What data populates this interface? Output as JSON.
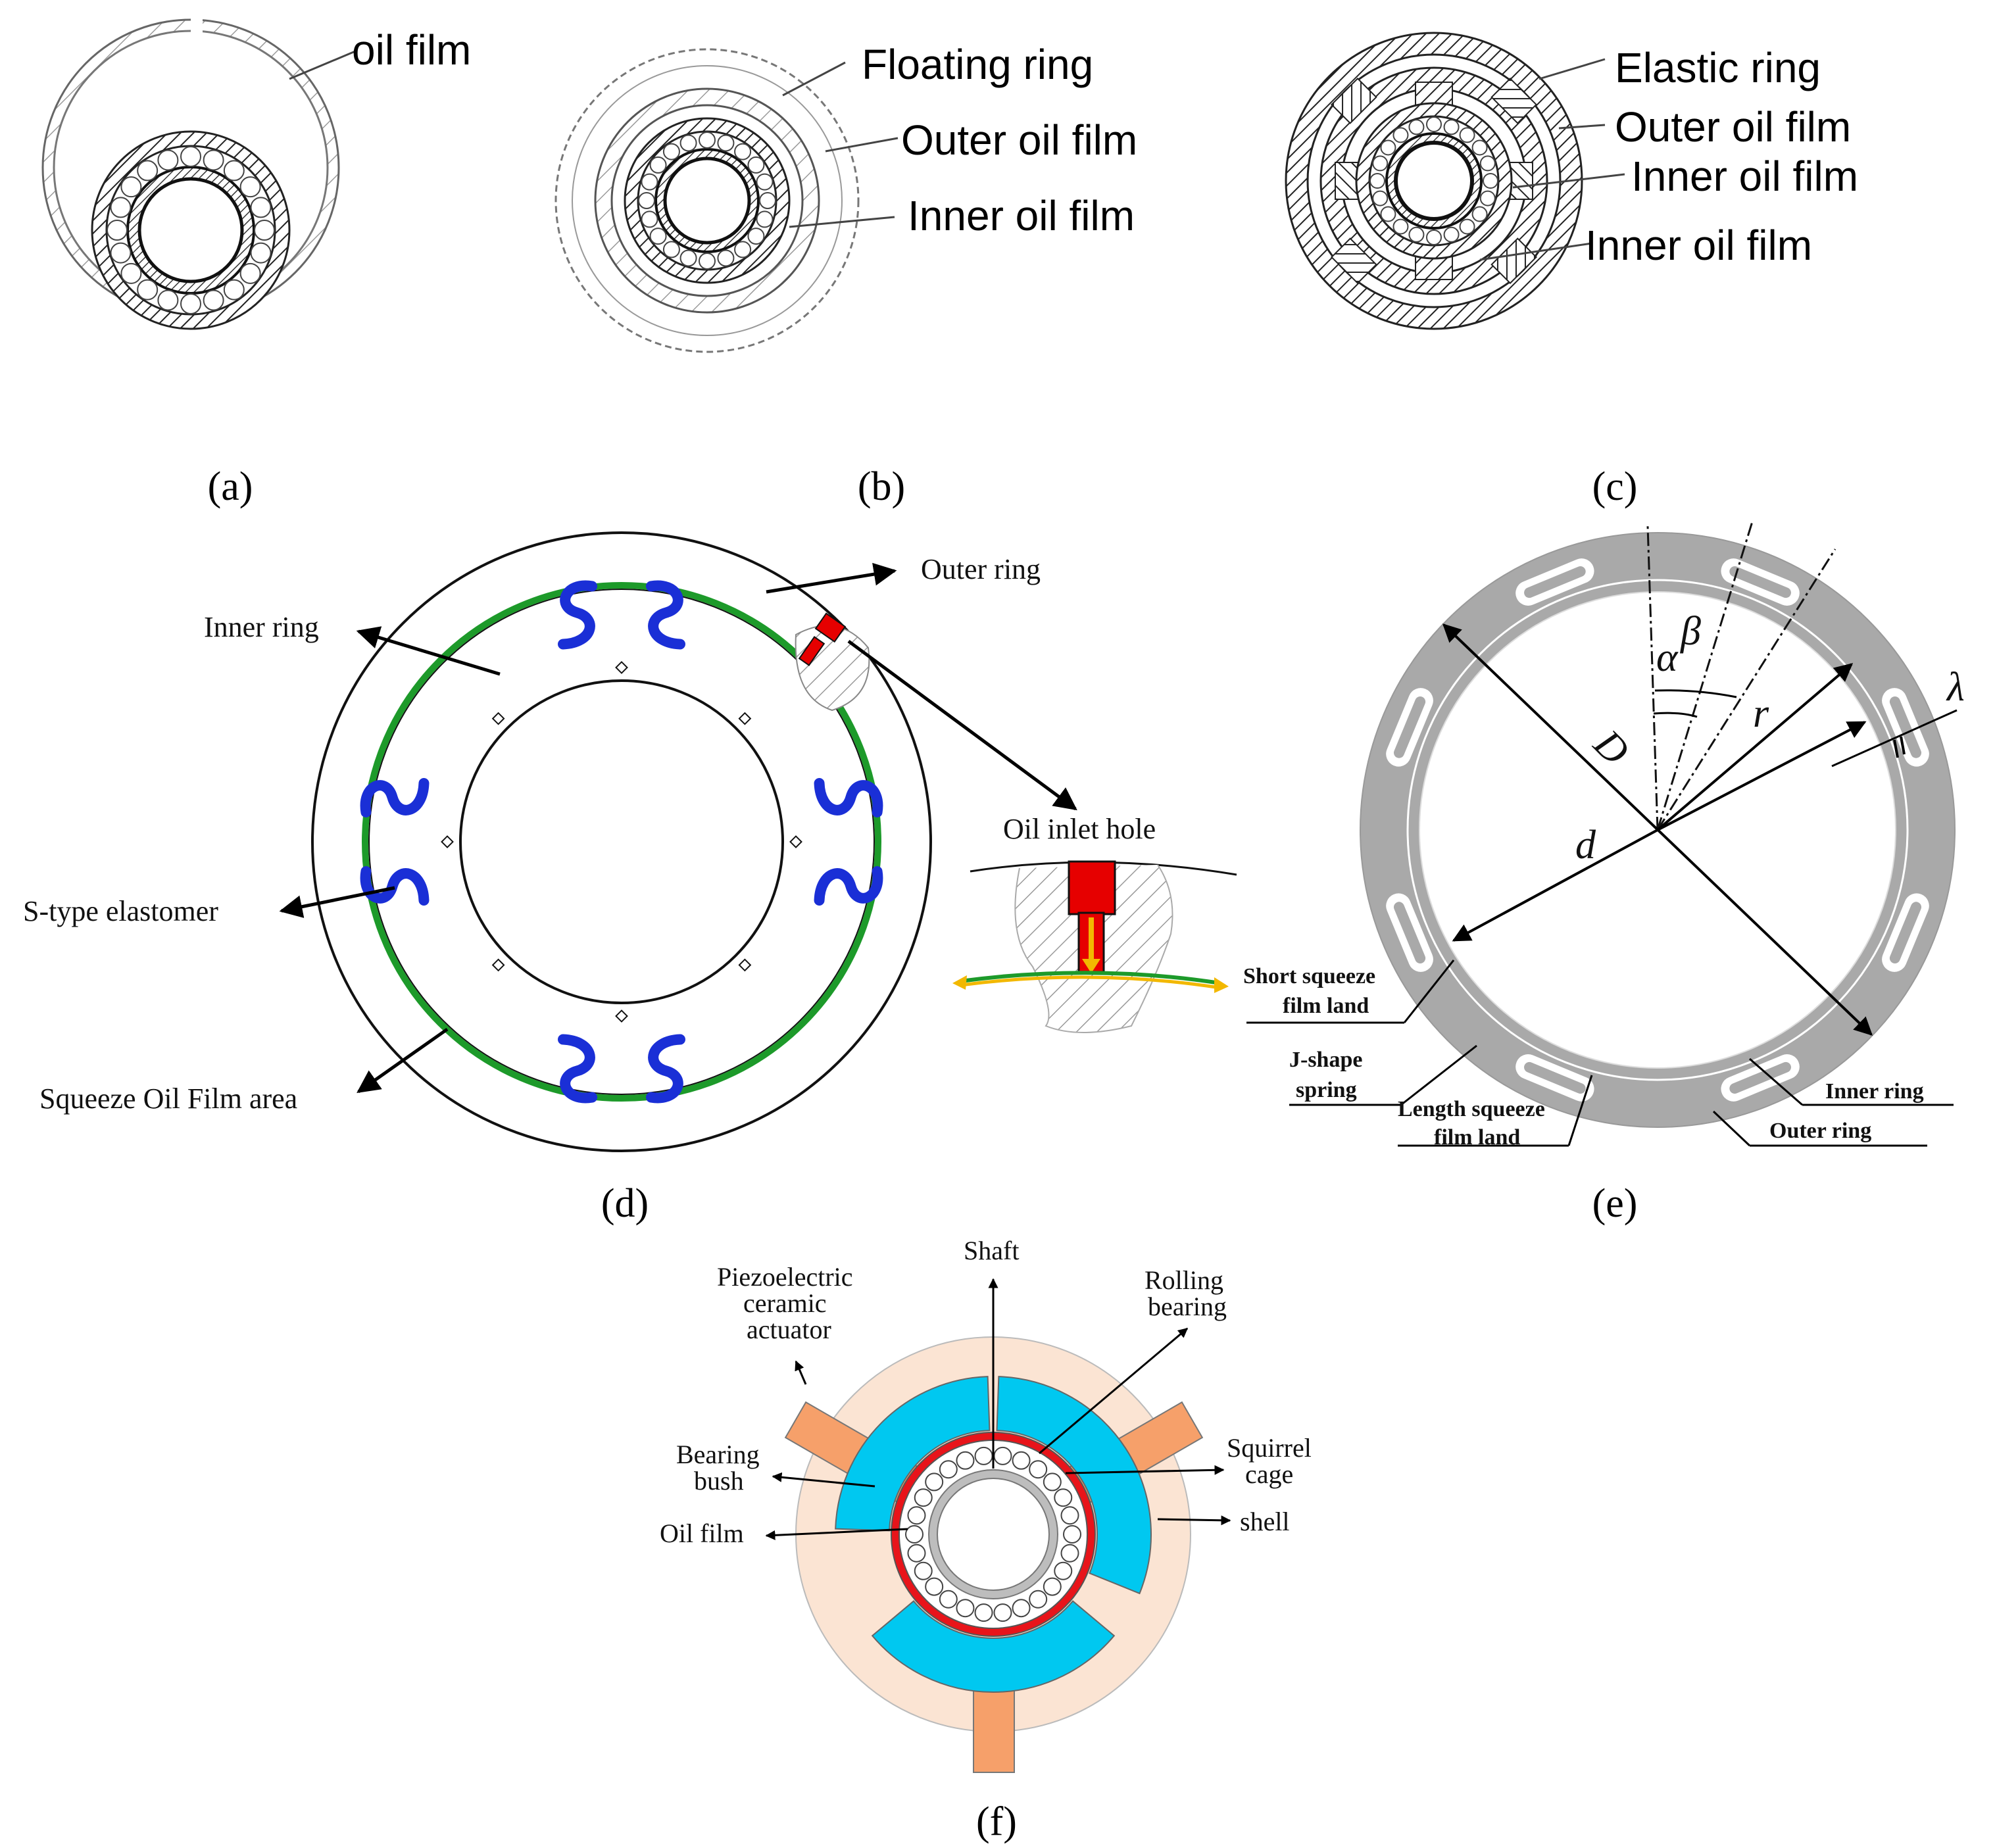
{
  "panels": {
    "a": {
      "caption": "(a)",
      "labels": {
        "oil_film": "oil film"
      }
    },
    "b": {
      "caption": "(b)",
      "labels": {
        "floating_ring": "Floating ring",
        "outer_oil_film": "Outer oil film",
        "inner_oil_film": "Inner oil film"
      }
    },
    "c": {
      "caption": "(c)",
      "labels": {
        "elastic_ring": "Elastic ring",
        "outer_oil_film": "Outer oil film",
        "inner_oil_film_1": "Inner oil film",
        "inner_oil_film_2": "Inner oil film"
      }
    },
    "d": {
      "caption": "(d)",
      "labels": {
        "outer_ring": "Outer ring",
        "inner_ring": "Inner ring",
        "oil_inlet_hole": "Oil inlet hole",
        "s_type_elastomer": "S-type elastomer",
        "squeeze_area": "Squeeze Oil Film area"
      }
    },
    "e": {
      "caption": "(e)",
      "symbols": {
        "D": "D",
        "d": "d",
        "r": "r",
        "alpha": "α",
        "beta": "β",
        "lambda": "λ"
      },
      "labels": {
        "short_squeeze_1": "Short squeeze",
        "short_squeeze_2": "film land",
        "j_shape_1": "J-shape",
        "j_shape_2": "spring",
        "length_squeeze_1": "Length squeeze",
        "length_squeeze_2": "film land",
        "inner_ring": "Inner ring",
        "outer_ring": "Outer ring"
      }
    },
    "f": {
      "caption": "(f)",
      "labels": {
        "piezo_1": "Piezoelectric",
        "piezo_2": "ceramic",
        "piezo_3": "actuator",
        "shaft": "Shaft",
        "rolling_1": "Rolling",
        "rolling_2": "bearing",
        "bush_1": "Bearing",
        "bush_2": "bush",
        "squirrel_1": "Squirrel",
        "squirrel_2": "cage",
        "shell": "shell",
        "oil_film": "Oil film"
      }
    }
  },
  "colors": {
    "elastomer_blue": "#1a2fd6",
    "film_green": "#1d9a2a",
    "inlet_red": "#e60000",
    "arrow_yellow": "#f2b800",
    "ring_gray": "#a9a9a9",
    "bush_cyan": "#00c8f0",
    "shell_peach": "#fbe4d3",
    "actuator_orange": "#f6a06a",
    "bearing_red": "#e8141a"
  }
}
